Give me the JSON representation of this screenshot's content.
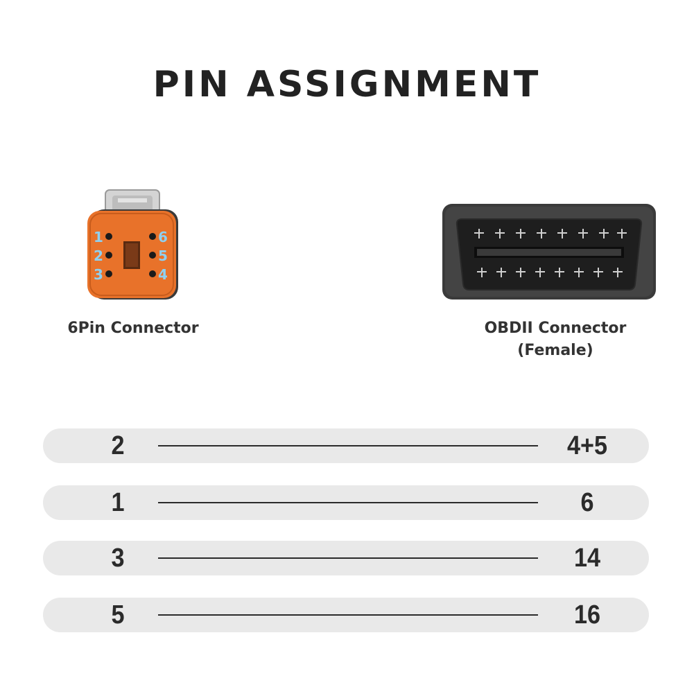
{
  "title": "PIN ASSIGNMENT",
  "left_connector": {
    "caption": "6Pin Connector",
    "pin_labels": [
      "1",
      "2",
      "3",
      "6",
      "5",
      "4"
    ],
    "body_color": "#e8722a",
    "latch_color": "#c9c9c9",
    "pin_label_color": "#8fd0f0"
  },
  "right_connector": {
    "caption_line1": "OBDII Connector",
    "caption_line2": "(Female)",
    "body_color": "#3a3a3a"
  },
  "pin_map": [
    {
      "six_pin": "2",
      "obd": "4+5"
    },
    {
      "six_pin": "1",
      "obd": "6"
    },
    {
      "six_pin": "3",
      "obd": "14"
    },
    {
      "six_pin": "5",
      "obd": "16"
    }
  ]
}
